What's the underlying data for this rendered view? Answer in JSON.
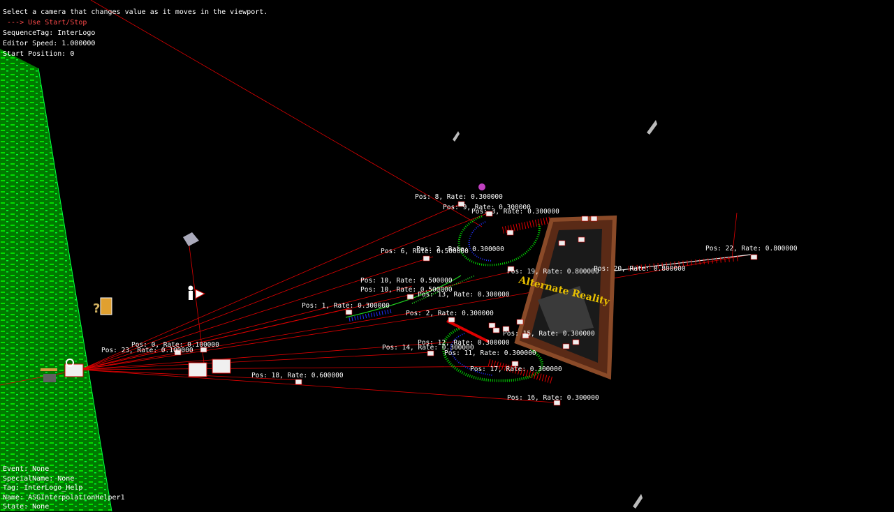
{
  "hud": {
    "line1": "Select a camera that changes value as it moves in the viewport.",
    "line2": " ---> Use Start/Stop",
    "line3": "SequenceTag: InterLogo",
    "line4": "Editor Speed: 1.000000",
    "line5": "Start Position: 0"
  },
  "actor_info": {
    "event": "Event: None",
    "special_name": "SpecialName: None",
    "tag": "Tag: InterLogo_Help",
    "name": "Name: ASGInterpolationHelper1",
    "state": "State: None"
  },
  "viewport": {
    "logo_text": "Alternate Reality"
  },
  "point_labels": [
    "Pos: 8, Rate: 0.300000",
    "Pos: 9, Rate: 0.300000",
    "Pos: 3, Rate: 0.300000",
    "Pos: 6, Rate: 0.500000",
    "Pos: 2, Rate: 0.300000",
    "Pos: 19, Rate: 0.800000",
    "Pos: 20, Rate: 0.800000",
    "Pos: 22, Rate: 0.800000",
    "Pos: 10, Rate: 0.500000",
    "Pos: 10, Rate: 0.500000",
    "Pos: 13, Rate: 0.300000",
    "Pos: 1, Rate: 0.300000",
    "Pos: 2, Rate: 0.300000",
    "Pos: 15, Rate: 0.300000",
    "Pos: 12, Rate: 0.300000",
    "Pos: 14, Rate: 0.300000",
    "Pos: 11, Rate: 0.300000",
    "Pos: 0, Rate: 0.100000",
    "Pos: 23, Rate: 0.100000",
    "Pos: 17, Rate: 0.300000",
    "Pos: 18, Rate: 0.600000",
    "Pos: 16, Rate: 0.300000"
  ],
  "colors": {
    "wall": "#00c000",
    "ray": "#e00000",
    "path_green": "#00e000",
    "path_blue": "#2030ff",
    "frame": "#7a3a20"
  }
}
